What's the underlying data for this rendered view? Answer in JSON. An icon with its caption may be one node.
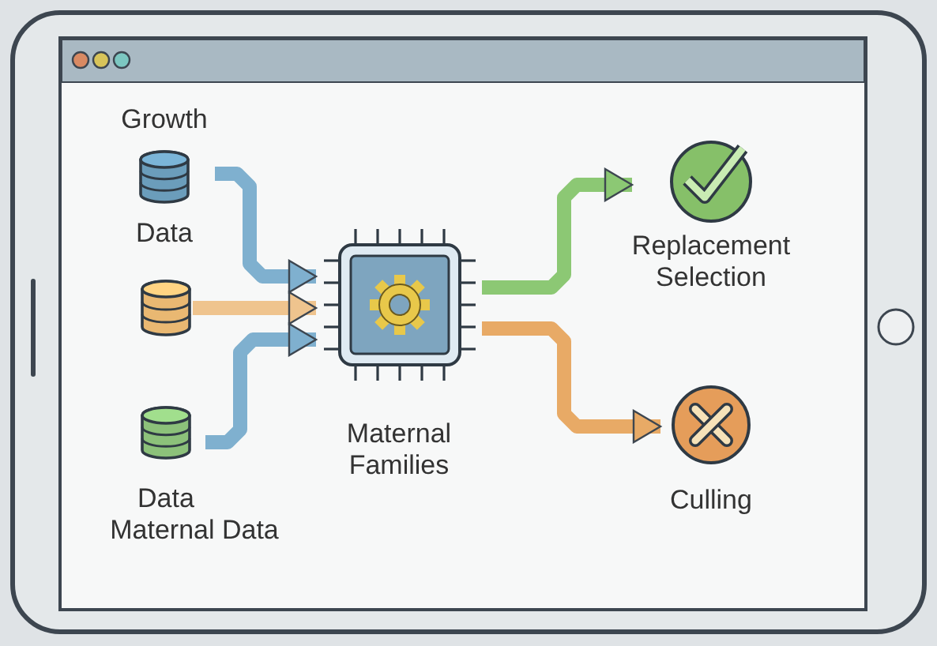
{
  "diagram": {
    "nodes": [
      {
        "text": [
          "Growth",
          "Data"
        ]
      },
      {
        "text": [],
        "shape": "cylinder"
      },
      {
        "text": [
          "Data"
        ],
        "beside": [
          "Maternal Data"
        ]
      },
      {
        "text": [
          "Maternal Families"
        ]
      },
      {
        "text": [
          "Replacement Selection"
        ]
      },
      {
        "text": [
          "Culling"
        ]
      }
    ],
    "edges": [
      {
        "from": 0,
        "to": 3,
        "arrow": "to",
        "color": "#7fb0cf"
      },
      {
        "from": 1,
        "to": 3,
        "arrow": "to",
        "color": "#efc48e"
      },
      {
        "from": 2,
        "to": 3,
        "arrow": "to",
        "color": "#7fb0cf"
      },
      {
        "from": 3,
        "to": 4,
        "arrow": "to",
        "color": "#8cc874"
      },
      {
        "from": 3,
        "to": 5,
        "arrow": "to",
        "color": "#e8aa66"
      }
    ]
  }
}
